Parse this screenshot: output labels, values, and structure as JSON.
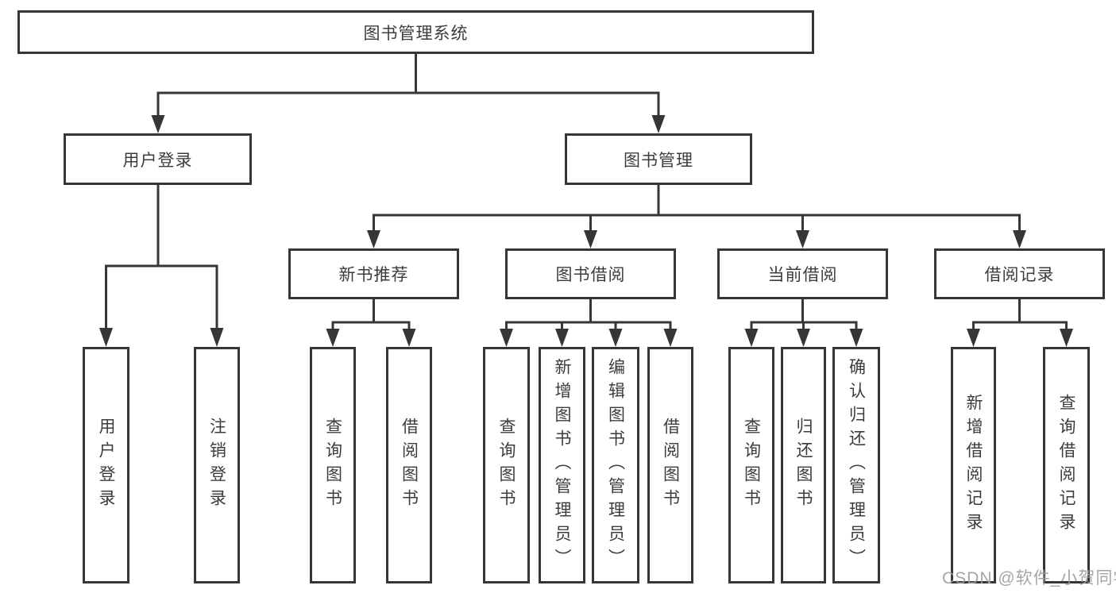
{
  "diagram": {
    "title": "图书管理系统",
    "root": {
      "label": "图书管理系统"
    },
    "level2": [
      {
        "label": "用户登录"
      },
      {
        "label": "图书管理"
      }
    ],
    "level3": [
      {
        "label": "新书推荐"
      },
      {
        "label": "图书借阅"
      },
      {
        "label": "当前借阅"
      },
      {
        "label": "借阅记录"
      }
    ],
    "leaves": {
      "login": [
        "用户登录",
        "注销登录"
      ],
      "recommend": [
        "查询图书",
        "借阅图书"
      ],
      "borrow": [
        "查询图书",
        "新增图书（管理员）",
        "编辑图书（管理员）",
        "借阅图书"
      ],
      "current": [
        "查询图书",
        "归还图书",
        "确认归还（管理员）"
      ],
      "records": [
        "新增借阅记录",
        "查询借阅记录"
      ]
    }
  },
  "watermark": {
    "text": "CSDN @软件_小贺同学"
  },
  "colors": {
    "line": "#363636",
    "box_border": "#363636",
    "text": "#3c3c3c",
    "watermark": "#9c9c9c",
    "background": "#ffffff"
  }
}
